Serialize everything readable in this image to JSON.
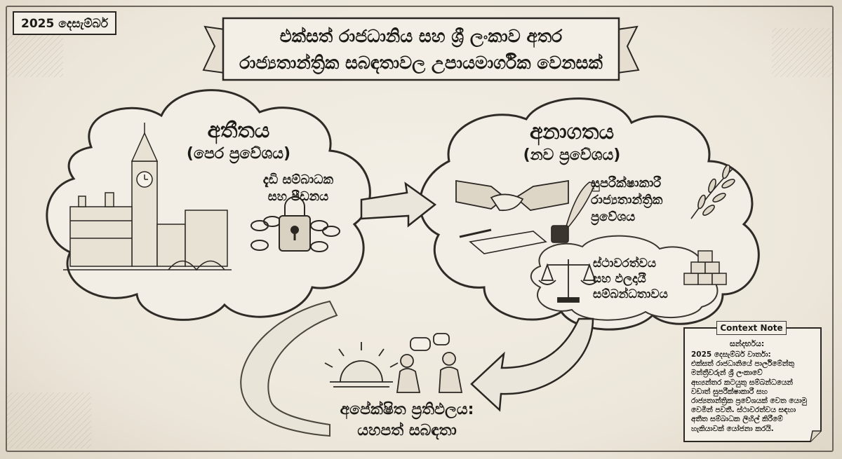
{
  "date_badge": "2025 දෙසැම්බර්",
  "title": {
    "line1": "එක්සත් රාජධානිය සහ ශ්‍රී ලංකාව අතර",
    "line2": "රාජ්‍යතාන්ත්‍රික සබඳතාවල උපායමාර්ගික වෙනසක්"
  },
  "past": {
    "heading": "අතීතය",
    "subheading": "(පෙර ප්‍රවේශය)",
    "label_line1": "දැඩි සම්බාධක",
    "label_line2": "සහ පීඩනය"
  },
  "future": {
    "heading": "අනාගතය",
    "subheading": "(නව ප්‍රවේශය)",
    "label1_line1": "සුපරීක්ෂාකාරී",
    "label1_line2": "රාජ්‍යතාන්ත්‍රික",
    "label1_line3": "ප්‍රවේශය",
    "label2_line1": "ස්ථාවරත්වය",
    "label2_line2": "සහ ඵලදායී",
    "label2_line3": "සම්බන්ධතාවය"
  },
  "outcome": {
    "line1": "අපේක්ෂිත ප්‍රතිඵලය:",
    "line2": "යහපත් සබඳතා"
  },
  "context_note": {
    "title": "Context Note",
    "label": "සන්දර්භය:",
    "lines": [
      "2025 දෙසැම්බර් වාර්තා:",
      "එක්සත් රාජධානියේ පාර්ලිමේන්තු",
      "මන්ත්‍රීවරුන් ශ්‍රී ලංකාවේ",
      "අභ්‍යන්තර කටයුතු සම්බන්ධයෙන්",
      "වඩාත් සුපරීක්ෂාකාරී සහ",
      "රාජ්‍යතාන්ත්‍රික ප්‍රවේශයක් වෙත යොමු",
      "වෙමින් පවතී. ස්ථාවරත්වය සඳහා",
      "අතීත සම්බාධක ලිහිල් කිරීමේ",
      "හැකියාවක් යෝජනා කරයි."
    ]
  },
  "colors": {
    "paper": "#efeae0",
    "ink": "#1c1a17",
    "cloud_fill": "#f2eee5"
  },
  "icons": [
    "big-ben-icon",
    "padlock-chain-icon",
    "handshake-icon",
    "quill-inkpot-icon",
    "olive-branch-icon",
    "scales-icon",
    "blocks-icon",
    "sunrise-icon",
    "people-talking-icon"
  ]
}
